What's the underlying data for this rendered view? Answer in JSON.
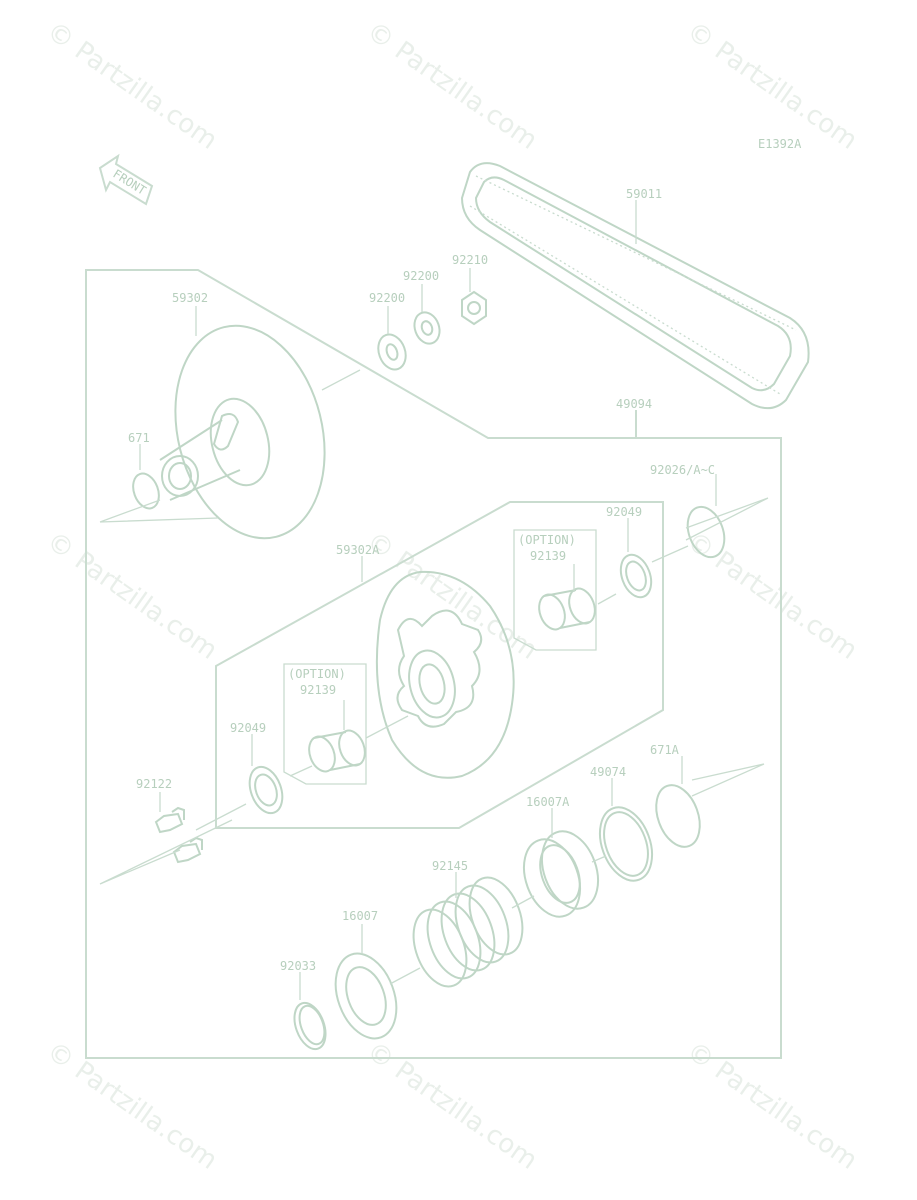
{
  "diagram_code": "E1392A",
  "front_label": "FRONT",
  "watermark": "© Partzilla.com",
  "labels": {
    "p59011": "59011",
    "p92210": "92210",
    "p92200a": "92200",
    "p92200b": "92200",
    "p59302": "59302",
    "p49094": "49094",
    "p671": "671",
    "p92026": "92026/A~C",
    "p92049a": "92049",
    "opt_a_title": "(OPTION)",
    "opt_a_part": "92139",
    "p59302A": "59302A",
    "opt_b_title": "(OPTION)",
    "opt_b_part": "92139",
    "p92049b": "92049",
    "p671A": "671A",
    "p49074": "49074",
    "p92122": "92122",
    "p16007A": "16007A",
    "p92145": "92145",
    "p16007": "16007",
    "p92033": "92033"
  },
  "colors": {
    "line": "#c9dccf",
    "label": "#b7cfbd",
    "watermark": "#e9efea"
  }
}
